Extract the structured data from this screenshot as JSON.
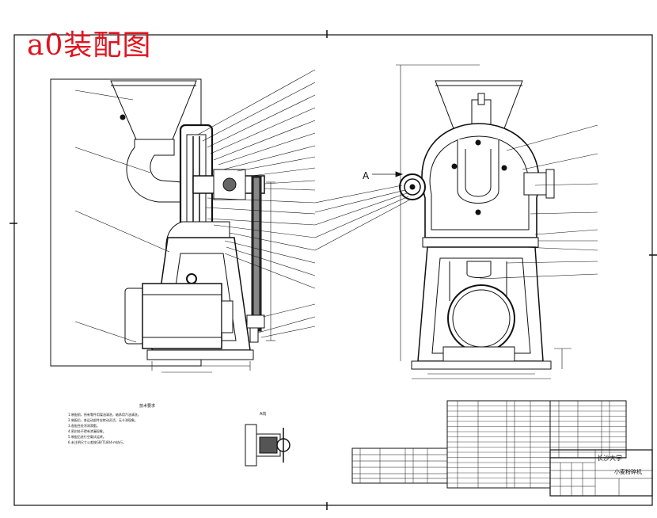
{
  "drawing": {
    "title": "a0装配图",
    "section_marker": "A",
    "detail_view_label": "A向",
    "title_block": {
      "school": "长沙大学",
      "drawing_name": "小麦粉碎机"
    },
    "technical_notes": {
      "heading": "技术要求",
      "lines": [
        "1.装配前，所有零件用煤油清洗，轴承用汽油清洗。",
        "2.装配后，各运动部件应转动灵活，无卡滞现象。",
        "3.各配合处涂润滑脂。",
        "4.密封处不得有渗漏现象。",
        "5.装配后进行空载试运转。",
        "6.未注明尺寸公差按GB/T1804-m执行。"
      ]
    }
  },
  "colors": {
    "ink": "#111111",
    "title_red": "#e0141e",
    "paper": "#ffffff"
  }
}
